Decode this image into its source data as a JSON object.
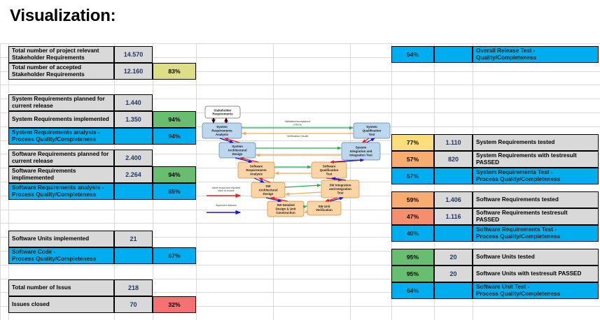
{
  "page": {
    "title": "Visualization:"
  },
  "left_table": {
    "groups": [
      {
        "name": "stakeholder-requirements",
        "rows": [
          {
            "label": "Total number of project relevant\nStakeholder Requirements",
            "value": "14.570",
            "pct": "",
            "pct_color": ""
          },
          {
            "label": "Total number of accepted\nStakeholder Requirements",
            "value": "12.160",
            "pct": "83%",
            "pct_color": "#DEDE86"
          }
        ]
      },
      {
        "name": "system-requirements",
        "rows": [
          {
            "label": "System Requirements planned for\ncurrent release",
            "value": "1.440",
            "pct": "",
            "pct_color": ""
          },
          {
            "label": "System Requirements implemented",
            "value": "1.350",
            "pct": "94%",
            "pct_color": "#68BE70"
          },
          {
            "label": "System Requirements analysis -\nProcess Quality/Completeness",
            "value": "",
            "pct": "94%",
            "pct_color": "#00AEEF",
            "blue": true
          }
        ]
      },
      {
        "name": "software-requirements",
        "rows": [
          {
            "label": "Software Requirements planned for\ncurrent release",
            "value": "2.400",
            "pct": "",
            "pct_color": ""
          },
          {
            "label": "Software Requirements\nimplimemented",
            "value": "2.264",
            "pct": "94%",
            "pct_color": "#68BE70"
          },
          {
            "label": "Software Requirements analysis -\nProcess Quality/Completeness",
            "value": "",
            "pct": "85%",
            "pct_color": "#00AEEF",
            "blue": true
          }
        ]
      },
      {
        "name": "software-units",
        "rows": [
          {
            "label": "Software Units implemented",
            "value": "21",
            "pct": "",
            "pct_color": ""
          },
          {
            "label": "Software Code -\nProcess Quality/Completeness",
            "value": "",
            "pct": "67%",
            "pct_color": "#00AEEF",
            "blue": true
          }
        ]
      },
      {
        "name": "issues",
        "rows": [
          {
            "label": "Total number of Issus",
            "value": "218",
            "pct": "",
            "pct_color": ""
          },
          {
            "label": "Issues closed",
            "value": "70",
            "pct": "32%",
            "pct_color": "#F47272"
          }
        ]
      }
    ]
  },
  "right_table": {
    "groups": [
      {
        "name": "overall-release",
        "rows": [
          {
            "pct": "54%",
            "pct_color": "#00AEEF",
            "value": "",
            "label": "Overall Release Test -\nQuality/Completeness",
            "blue": true
          }
        ]
      },
      {
        "name": "system-requirements-test",
        "rows": [
          {
            "pct": "77%",
            "pct_color": "#FCDE7C",
            "value": "1.110",
            "label": "System Requirements tested",
            "blue": false
          },
          {
            "pct": "57%",
            "pct_color": "#F7AC70",
            "value": "820",
            "label": "System Requirements with testresult\nPASSED",
            "blue": false
          },
          {
            "pct": "57%",
            "pct_color": "#00AEEF",
            "value": "",
            "label": "System Requirements Test -\nProcess Quality/Completeness",
            "blue": true
          }
        ]
      },
      {
        "name": "software-requirements-test",
        "rows": [
          {
            "pct": "59%",
            "pct_color": "#F7AC70",
            "value": "1.406",
            "label": "Software Requirements tested",
            "blue": false
          },
          {
            "pct": "47%",
            "pct_color": "#F38F6E",
            "value": "1.116",
            "label": "Software Requirements testresult\nPASSED",
            "blue": false
          },
          {
            "pct": "40%",
            "pct_color": "#00AEEF",
            "value": "",
            "label": "Software Requirements Test -\nProcess Quality/Completeness",
            "blue": true
          }
        ]
      },
      {
        "name": "software-units-test",
        "rows": [
          {
            "pct": "95%",
            "pct_color": "#68BE70",
            "value": "20",
            "label": "Software Units tested",
            "blue": false
          },
          {
            "pct": "95%",
            "pct_color": "#68BE70",
            "value": "20",
            "label": "Software Units with testresult PASSED",
            "blue": false
          },
          {
            "pct": "64%",
            "pct_color": "#00AEEF",
            "value": "",
            "label": "Software Unit Test -\nProcess Quality/Completeness",
            "blue": true
          }
        ]
      }
    ]
  },
  "vmodel": {
    "boxes": {
      "stakeholder_requirements": "Stakeholder\nRequirements",
      "system_requirements_analysis": "System\nRequirements\nAnalysis",
      "system_architectural_design": "System\nArchitectural\nDesign",
      "software_requirements_analysis": "Software\nRequirements\nAnalysis",
      "sw_architectural_design": "SW\nArchitectural\nDesign",
      "sw_detailed_design": "SW Detailed\nDesign & Unit\nConstruction",
      "sw_unit_verification": "SW Unit\nVerification",
      "software_qualification_test": "Software\nQualification\nTest",
      "sw_integration_test": "SW Integration\nand Integration\nTest",
      "system_integration_test": "System\nIntegration and\nIntegration Test",
      "system_qualification_test": "System\nQualification\nTest"
    },
    "arrow_labels": {
      "validation": "Validation/acceptance\ncriteria",
      "verification": "Verification results"
    },
    "legend": {
      "red": "Issue found and reported\nback to source",
      "blue": "Approved decision"
    },
    "colors": {
      "blue_box": "#BDD7EE",
      "orange_box": "#FBD5A5",
      "white_box": "#FFFFFF",
      "green_arrow": "#22B14C",
      "orange_arrow": "#F5A85C",
      "red_arrow": "#E8201E",
      "blue_arrow": "#1515E0"
    }
  }
}
